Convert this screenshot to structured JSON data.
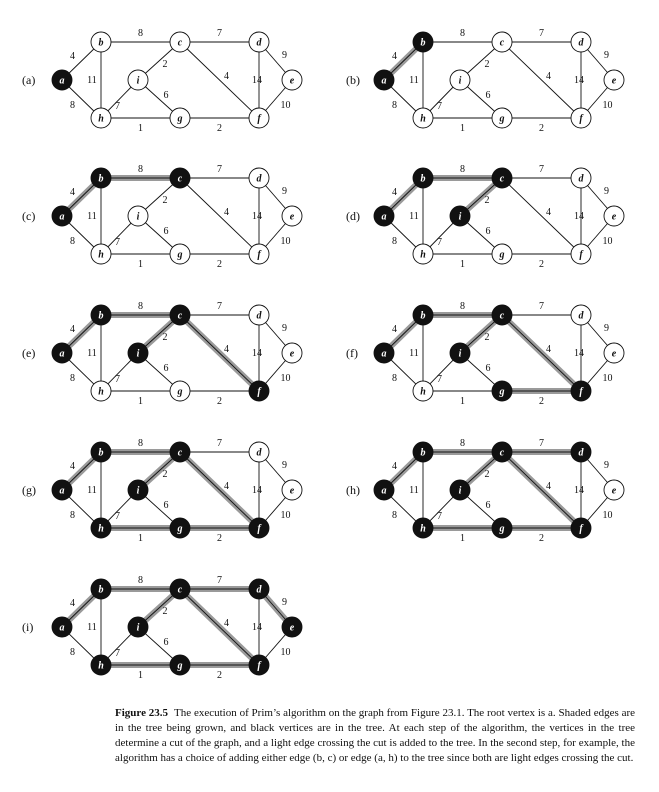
{
  "vertices": [
    "a",
    "b",
    "c",
    "d",
    "e",
    "f",
    "g",
    "h",
    "i"
  ],
  "edges": [
    {
      "id": "ab",
      "u": "a",
      "v": "b",
      "w": "4"
    },
    {
      "id": "ah",
      "u": "a",
      "v": "h",
      "w": "8"
    },
    {
      "id": "bh",
      "u": "b",
      "v": "h",
      "w": "11"
    },
    {
      "id": "bc",
      "u": "b",
      "v": "c",
      "w": "8"
    },
    {
      "id": "hi",
      "u": "h",
      "v": "i",
      "w": "7"
    },
    {
      "id": "hg",
      "u": "h",
      "v": "g",
      "w": "1"
    },
    {
      "id": "ic",
      "u": "i",
      "v": "c",
      "w": "2"
    },
    {
      "id": "ig",
      "u": "i",
      "v": "g",
      "w": "6"
    },
    {
      "id": "cd",
      "u": "c",
      "v": "d",
      "w": "7"
    },
    {
      "id": "cf",
      "u": "c",
      "v": "f",
      "w": "4"
    },
    {
      "id": "gf",
      "u": "g",
      "v": "f",
      "w": "2"
    },
    {
      "id": "df",
      "u": "d",
      "v": "f",
      "w": "14"
    },
    {
      "id": "de",
      "u": "d",
      "v": "e",
      "w": "9"
    },
    {
      "id": "ef",
      "u": "e",
      "v": "f",
      "w": "10"
    }
  ],
  "panels": [
    {
      "label": "(a)",
      "black": [
        "a"
      ],
      "tree": []
    },
    {
      "label": "(b)",
      "black": [
        "a",
        "b"
      ],
      "tree": [
        "ab"
      ]
    },
    {
      "label": "(c)",
      "black": [
        "a",
        "b",
        "c"
      ],
      "tree": [
        "ab",
        "bc"
      ]
    },
    {
      "label": "(d)",
      "black": [
        "a",
        "b",
        "c",
        "i"
      ],
      "tree": [
        "ab",
        "bc",
        "ic"
      ]
    },
    {
      "label": "(e)",
      "black": [
        "a",
        "b",
        "c",
        "i",
        "f"
      ],
      "tree": [
        "ab",
        "bc",
        "ic",
        "cf"
      ]
    },
    {
      "label": "(f)",
      "black": [
        "a",
        "b",
        "c",
        "i",
        "f",
        "g"
      ],
      "tree": [
        "ab",
        "bc",
        "ic",
        "cf",
        "gf"
      ]
    },
    {
      "label": "(g)",
      "black": [
        "a",
        "b",
        "c",
        "i",
        "f",
        "g",
        "h"
      ],
      "tree": [
        "ab",
        "bc",
        "ic",
        "cf",
        "gf",
        "hg"
      ]
    },
    {
      "label": "(h)",
      "black": [
        "a",
        "b",
        "c",
        "i",
        "f",
        "g",
        "h",
        "d"
      ],
      "tree": [
        "ab",
        "bc",
        "ic",
        "cf",
        "gf",
        "hg",
        "cd"
      ]
    },
    {
      "label": "(i)",
      "black": [
        "a",
        "b",
        "c",
        "i",
        "f",
        "g",
        "h",
        "d",
        "e"
      ],
      "tree": [
        "ab",
        "bc",
        "ic",
        "cf",
        "gf",
        "hg",
        "cd",
        "de"
      ]
    }
  ],
  "caption": {
    "figure": "Figure 23.5",
    "text": "The execution of Prim’s algorithm on the graph from Figure 23.1. The root vertex is a. Shaded edges are in the tree being grown, and black vertices are in the tree. At each step of the algorithm, the vertices in the tree determine a cut of the graph, and a light edge crossing the cut is added to the tree. In the second step, for example, the algorithm has a choice of adding either edge (b, c) or edge (a, h) to the tree since both are light edges crossing the cut."
  },
  "colors": {
    "tree_edge": "#9a9a9a",
    "vertex_black": "#111111",
    "vertex_white": "#ffffff"
  }
}
